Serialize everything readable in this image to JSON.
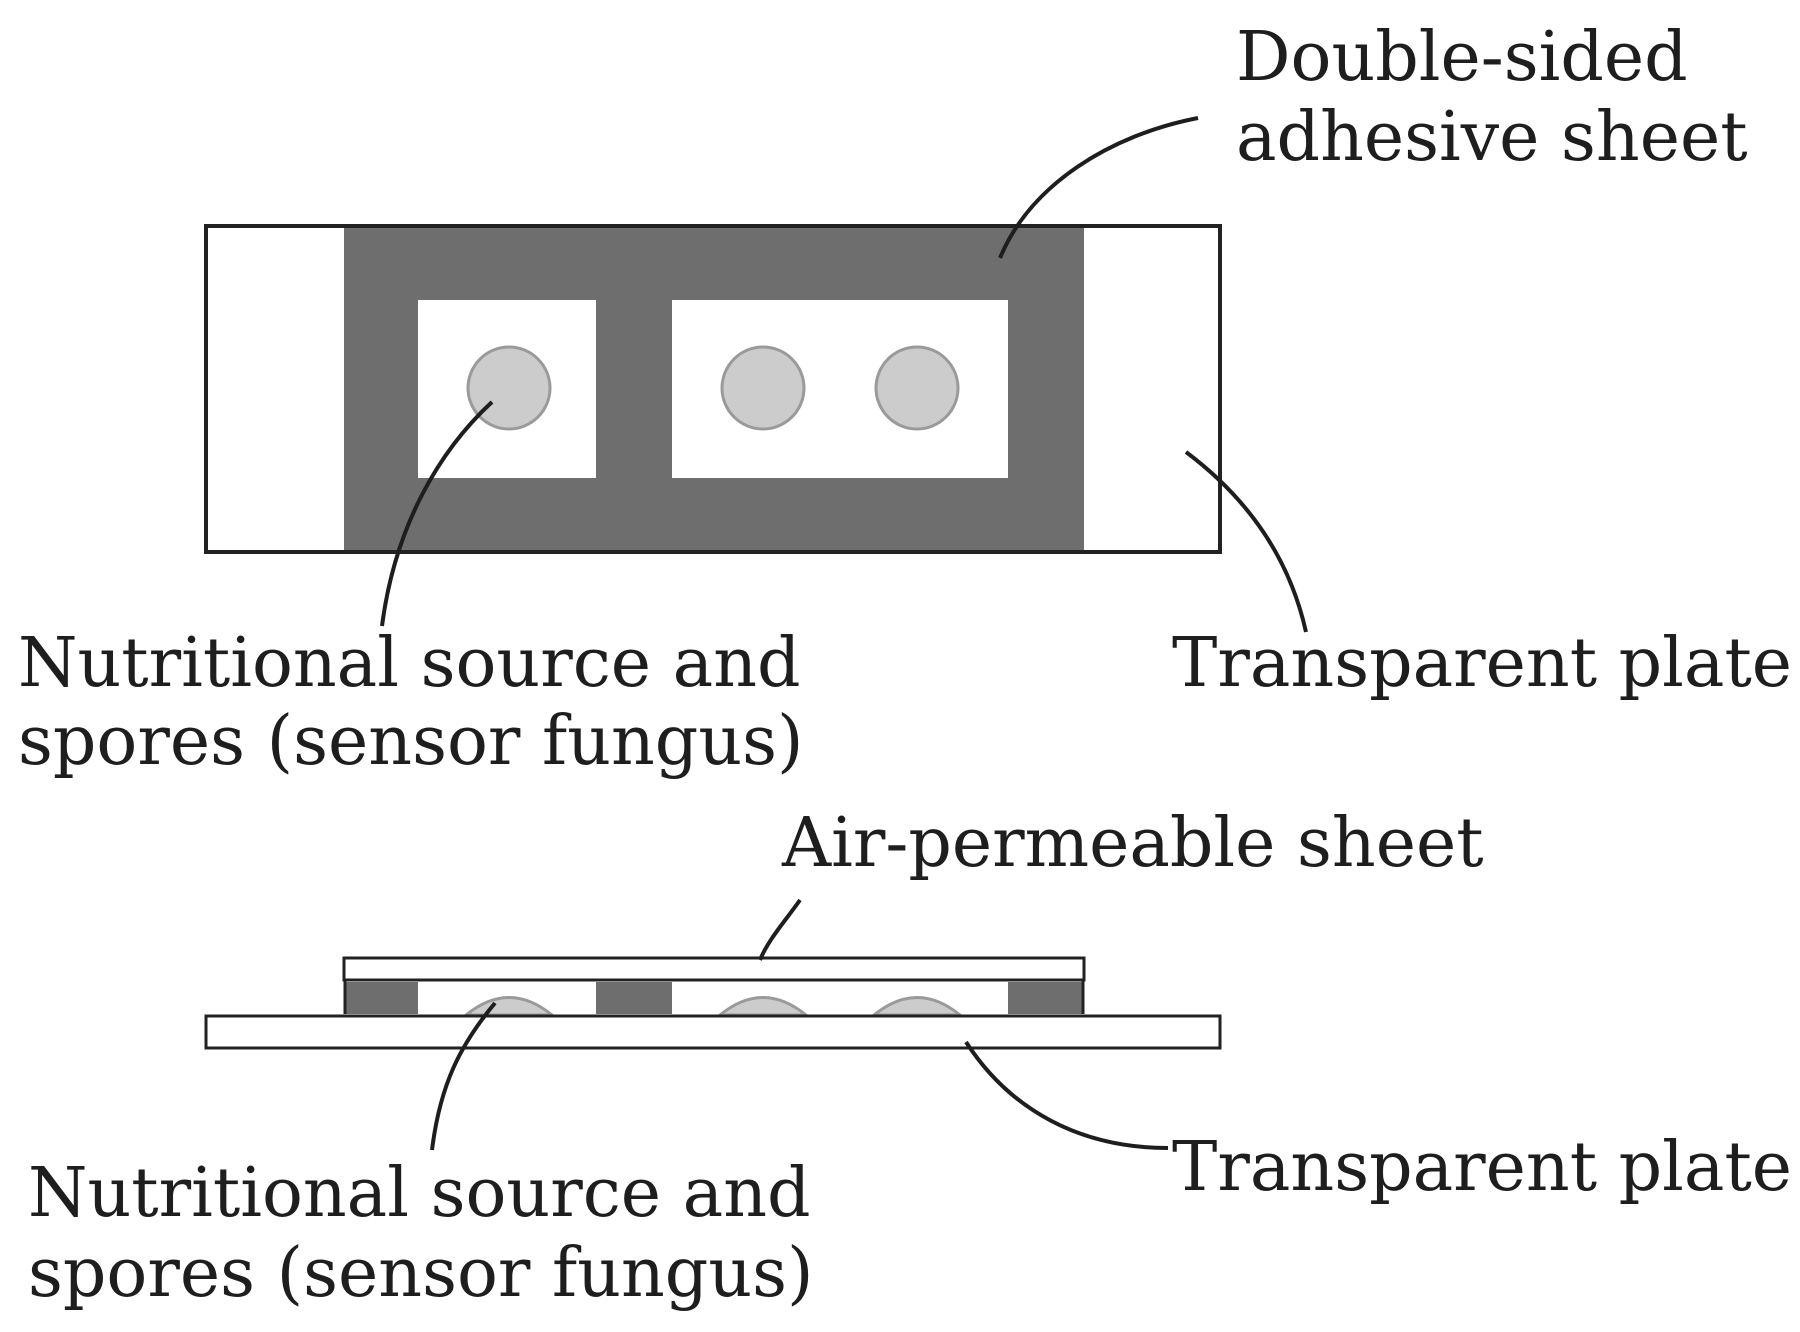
{
  "top_view": {
    "labels": {
      "adhesive": [
        "Double-sided",
        "adhesive sheet"
      ],
      "plate": "Transparent plate",
      "nutrition": [
        "Nutritional source and",
        "spores (sensor fungus)"
      ]
    }
  },
  "side_view": {
    "labels": {
      "air_sheet": "Air-permeable sheet",
      "plate": "Transparent plate",
      "nutrition": [
        "Nutritional source and",
        "spores (sensor fungus)"
      ]
    }
  },
  "colors": {
    "adhesive": "#6e6e6e",
    "spot": "#cccccc",
    "spot_stroke": "#9a9a9a",
    "outline": "#222222",
    "plate": "#ffffff"
  }
}
